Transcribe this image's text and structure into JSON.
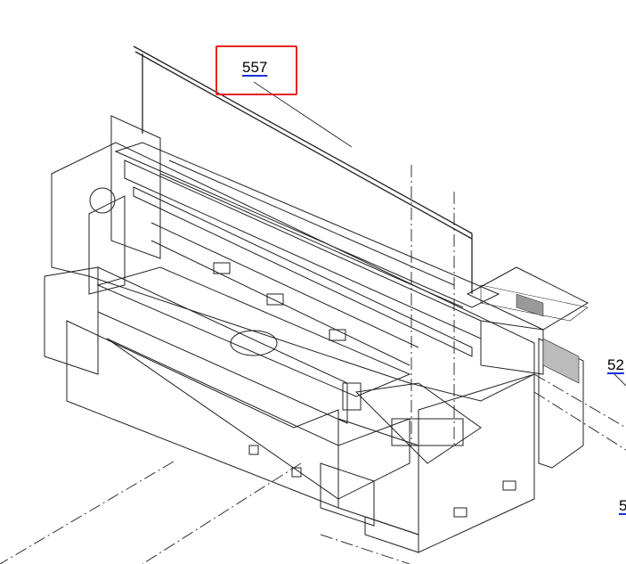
{
  "diagram": {
    "callouts": [
      {
        "id": "557",
        "label": "557",
        "highlighted": true
      },
      {
        "id": "52x",
        "label": "52",
        "highlighted": false
      },
      {
        "id": "5xx",
        "label": "5",
        "highlighted": false
      }
    ],
    "highlight_color": "#e8231f",
    "link_color": "#1a2fd8"
  }
}
